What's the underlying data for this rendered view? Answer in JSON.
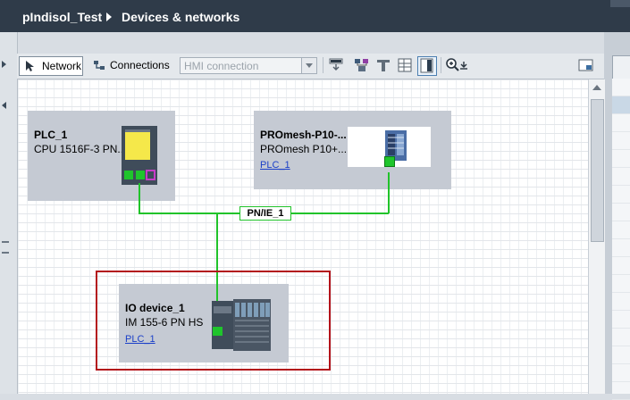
{
  "breadcrumb": {
    "project": "pIndisol_Test",
    "view": "Devices & networks"
  },
  "toolbar": {
    "network_label": "Network",
    "connections_label": "Connections",
    "connection_type": {
      "placeholder": "HMI connection"
    },
    "icons": [
      "show-names-icon",
      "network-overview-icon",
      "device-icon",
      "table-icon",
      "split-view-icon",
      "zoom-icon",
      "zoom-down-icon"
    ]
  },
  "devices": [
    {
      "name": "PLC_1",
      "type": "CPU 1516F-3 PN..."
    },
    {
      "name": "PROmesh-P10-...",
      "type": "PROmesh P10+...",
      "link": "PLC_1"
    },
    {
      "name": "IO device_1",
      "type": "IM 155-6 PN HS",
      "link": "PLC_1"
    }
  ],
  "subnet": {
    "label": "PN/IE_1",
    "color": "#21c32a"
  },
  "colors": {
    "title_bg": "#2f3b49",
    "device_bg": "#c5cad3",
    "selection": "#b3121a",
    "link": "#1a3fc8"
  }
}
